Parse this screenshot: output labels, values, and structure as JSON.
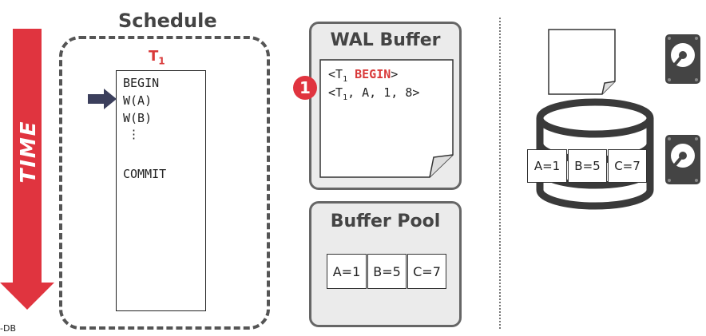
{
  "time_label": "TIME",
  "footer_text": "-DB",
  "schedule": {
    "title": "Schedule",
    "txn_name": "T",
    "txn_sub": "1",
    "ops": [
      "BEGIN",
      "W(A)",
      "W(B)",
      "⋮",
      "COMMIT"
    ]
  },
  "wal_buffer": {
    "title": "WAL Buffer",
    "step_badge": "1",
    "entries": [
      {
        "open": "<T",
        "sub": "1",
        "keyword": "BEGIN",
        "close": ">"
      },
      {
        "open": "<T",
        "sub": "1",
        "rest": ", A, 1, 8>"
      }
    ]
  },
  "buffer_pool": {
    "title": "Buffer Pool",
    "cells": [
      "A=1",
      "B=5",
      "C=7"
    ]
  },
  "disk": {
    "cells": [
      "A=1",
      "B=5",
      "C=7"
    ]
  },
  "colors": {
    "accent_red": "#e0343f",
    "panel_gray": "#ebebeb",
    "dark_gray": "#555555"
  }
}
